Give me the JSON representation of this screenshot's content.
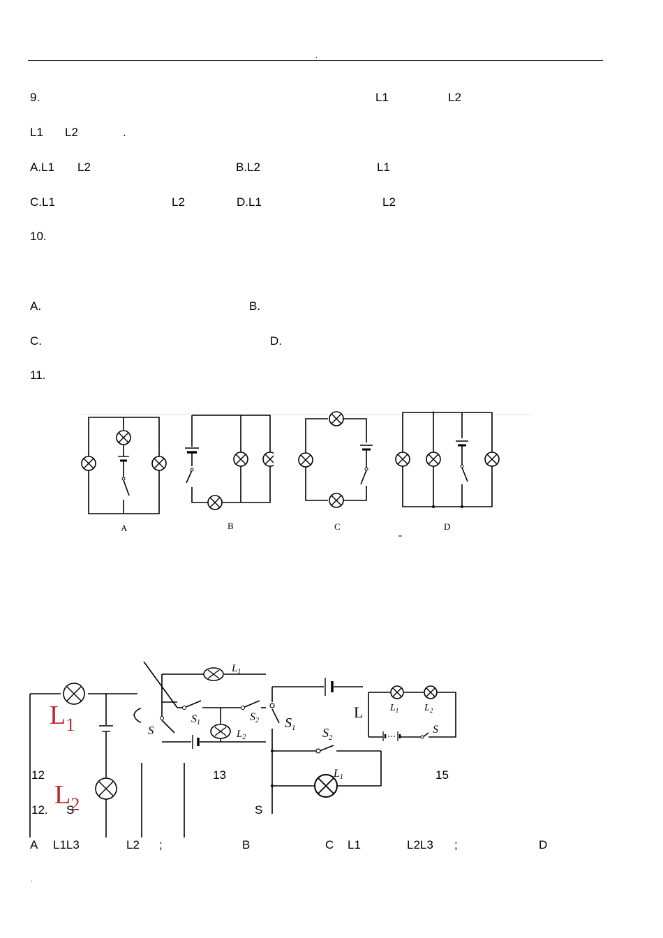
{
  "header": {
    "mark": "."
  },
  "footer": {
    "mark": "."
  },
  "q9": {
    "number": "9.",
    "l1": "L1",
    "l2": "L2",
    "line2": {
      "l1": "L1",
      "l2": "L2",
      "end": "."
    },
    "a": {
      "label": "A.L1",
      "l2": "L2"
    },
    "b": {
      "label": "B.L2",
      "l1": "L1"
    },
    "c": {
      "label": "C.L1",
      "l2": "L2"
    },
    "d": {
      "label": "D.L1",
      "l2": "L2"
    }
  },
  "q10": {
    "number": "10.",
    "a": "A.",
    "b": "B.",
    "c": "C.",
    "d": "D."
  },
  "q11": {
    "number": "11.",
    "figure_labels": [
      "A",
      "B",
      "C",
      "D"
    ]
  },
  "figures": {
    "fig12": {
      "l1": "L",
      "l1_sub": "1",
      "l2": "L",
      "l2_sub": "2"
    },
    "fig13": {
      "l1": "L",
      "l1_sub": "1",
      "l2": "L",
      "l2_sub": "2",
      "s1": "S",
      "s1_sub": "1",
      "s2": "S",
      "s2_sub": "2",
      "s": "S"
    },
    "fig14": {
      "s1": "S",
      "s1_sub": "1",
      "s2": "S",
      "s2_sub": "2",
      "l": "L",
      "l1": "L",
      "l1_sub": "1"
    },
    "fig15": {
      "l1": "L",
      "l1_sub": "1",
      "l2": "L",
      "l2_sub": "2",
      "s": "S"
    }
  },
  "captions": {
    "c12": "12",
    "c13": "13",
    "c15": "15"
  },
  "q12": {
    "number": "12.",
    "s_left": "S",
    "s_right": "S",
    "a_label": "A",
    "a_text": "L1L3",
    "a_l2": "L2",
    "a_semi": ";",
    "b_label": "B",
    "c_label": "C",
    "c_l1": "L1",
    "c_text": "L2L3",
    "c_semi": ";",
    "d_label": "D"
  }
}
